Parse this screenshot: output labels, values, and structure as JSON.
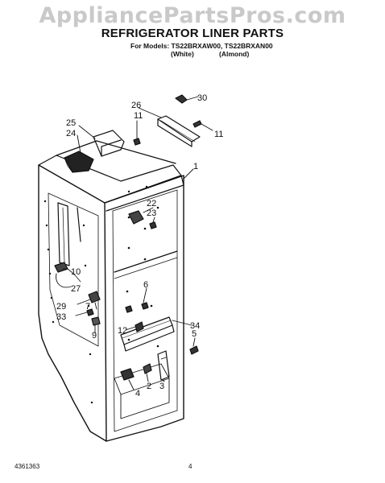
{
  "watermark": "AppliancePartsPros.com",
  "title": "REFRIGERATOR LINER PARTS",
  "models_line": "For Models: TS22BRXAW00, TS22BRXAN00",
  "variants": {
    "white": "(White)",
    "almond": "(Almond)"
  },
  "callouts": {
    "c30": "30",
    "c26": "26",
    "c11a": "11",
    "c11b": "11",
    "c25": "25",
    "c24": "24",
    "c1": "1",
    "c22": "22",
    "c23": "23",
    "c10": "10",
    "c27": "27",
    "c6": "6",
    "c29": "29",
    "c33": "33",
    "c7": "7",
    "c9": "9",
    "c34": "34",
    "c12": "12",
    "c5": "5",
    "c2": "2",
    "c4": "4",
    "c3": "3"
  },
  "footer": {
    "doc_number": "4361363",
    "page": "4"
  }
}
